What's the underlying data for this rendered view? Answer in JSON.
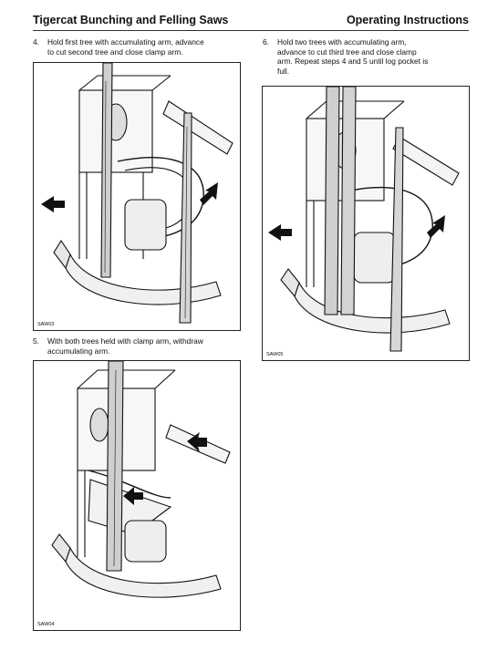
{
  "header": {
    "left_title": "Tigercat Bunching and Felling Saws",
    "right_title": "Operating Instructions"
  },
  "steps": [
    {
      "number": "4.",
      "lines": [
        "Hold first tree with accumulating arm, advance",
        "to cut second tree and close clamp arm."
      ],
      "figure_code": "SAW03"
    },
    {
      "number": "5.",
      "lines": [
        "With both trees held with clamp arm, withdraw",
        "accumulating arm."
      ],
      "figure_code": "SAW04"
    },
    {
      "number": "6.",
      "lines": [
        "Hold two trees with accumulating arm,",
        "advance to cut third tree and close clamp",
        "arm. Repeat steps 4 and 5 until log pocket is",
        "full."
      ],
      "figure_code": "SAW05"
    }
  ]
}
